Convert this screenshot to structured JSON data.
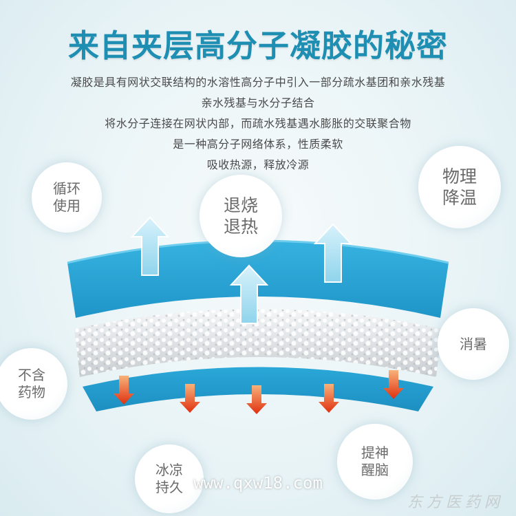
{
  "title": "来自夹层高分子凝胶的秘密",
  "description": [
    "凝胶是具有网状交联结构的水溶性高分子中引入一部分疏水基团和亲水残基",
    "亲水残基与水分子结合",
    "将水分子连接在网状内部，而疏水残基遇水膨胀的交联聚合物",
    "是一种高分子网络体系，性质柔软",
    "吸收热源，释放冷源"
  ],
  "bubbles": {
    "cycle": [
      "循环",
      "使用"
    ],
    "fever": [
      "退烧",
      "退热"
    ],
    "physical": [
      "物理",
      "降温"
    ],
    "heatstroke": [
      "消暑"
    ],
    "nodrug": [
      "不含",
      "药物"
    ],
    "cool": [
      "冰凉",
      "持久"
    ],
    "refresh": [
      "提神",
      "醒脑"
    ]
  },
  "watermark": "www.qxw18.com",
  "brand": "东方医药网",
  "colors": {
    "title": "#1e8fb3",
    "layer": "#2aa7d8",
    "arrow_up": "#8fd4ec",
    "arrow_down": "#e8401c",
    "text": "#4a4a4a"
  },
  "icons": {
    "up": "arrow-up-icon",
    "down": "arrow-down-icon"
  }
}
